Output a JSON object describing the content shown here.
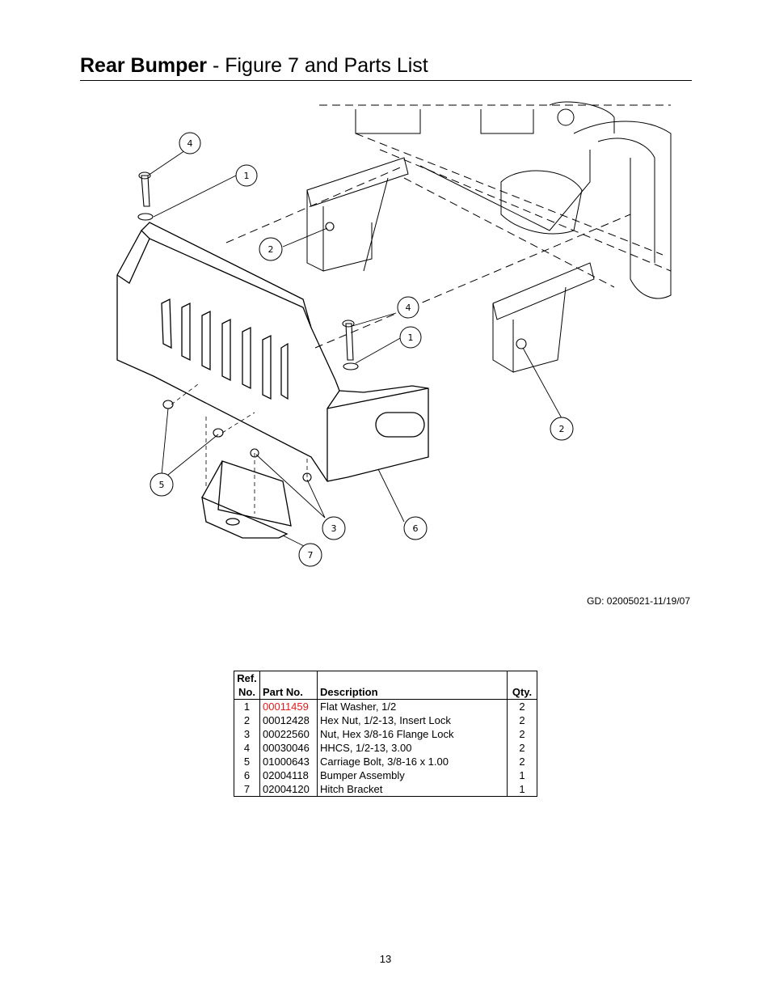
{
  "header": {
    "title_bold": "Rear Bumper",
    "title_rest": " - Figure 7 and Parts List"
  },
  "figure": {
    "gd_code": "GD: 02005021-11/19/07",
    "callouts": [
      "4",
      "1",
      "2",
      "4",
      "1",
      "2",
      "5",
      "3",
      "6",
      "7"
    ]
  },
  "parts_table": {
    "headers": {
      "ref_line1": "Ref.",
      "ref_line2": "No.",
      "part_no": "Part No.",
      "description": "Description",
      "qty": "Qty."
    },
    "rows": [
      {
        "ref": "1",
        "part": "00011459",
        "desc": "Flat Washer, 1/2",
        "qty": "2"
      },
      {
        "ref": "2",
        "part": "00012428",
        "desc": "Hex Nut, 1/2-13, Insert Lock",
        "qty": "2"
      },
      {
        "ref": "3",
        "part": "00022560",
        "desc": "Nut, Hex 3/8-16 Flange Lock",
        "qty": "2"
      },
      {
        "ref": "4",
        "part": "00030046",
        "desc": "HHCS, 1/2-13, 3.00",
        "qty": "2"
      },
      {
        "ref": "5",
        "part": "01000643",
        "desc": "Carriage Bolt, 3/8-16 x 1.00",
        "qty": "2"
      },
      {
        "ref": "6",
        "part": "02004118",
        "desc": "Bumper Assembly",
        "qty": "1"
      },
      {
        "ref": "7",
        "part": "02004120",
        "desc": "Hitch Bracket",
        "qty": "1"
      }
    ],
    "highlight_color": "#e31b1b"
  },
  "page_number": "13"
}
